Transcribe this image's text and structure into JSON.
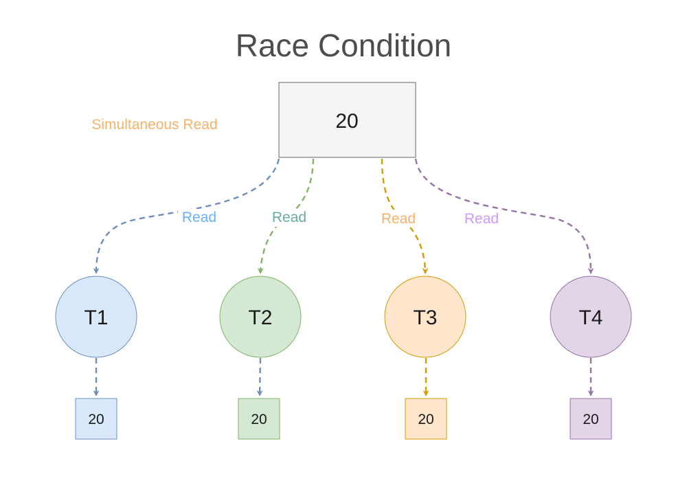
{
  "title": "Race Condition",
  "side_label": "Simultaneous Read",
  "shared_value": "20",
  "colors": {
    "title": "#4d4d4d",
    "side_label": "#f5b26b",
    "shared_fill": "#f5f5f5",
    "shared_stroke": "#666666"
  },
  "threads": [
    {
      "label": "T1",
      "edge_label": "Read",
      "result": "20",
      "fill": "#dae8fc",
      "stroke": "#6c8ebf",
      "edge_color": "#6c8ebf",
      "label_color": "#66b2ff"
    },
    {
      "label": "T2",
      "edge_label": "Read",
      "result": "20",
      "fill": "#d5e8d4",
      "stroke": "#82b366",
      "edge_color": "#82b366",
      "label_color": "#67ab9f",
      "result_edge_color": "#6c8ebf"
    },
    {
      "label": "T3",
      "edge_label": "Read",
      "result": "20",
      "fill": "#ffe6cc",
      "stroke": "#d79b00",
      "edge_color": "#d79b00",
      "label_color": "#f5b26b"
    },
    {
      "label": "T4",
      "edge_label": "Read",
      "result": "20",
      "fill": "#e1d5e7",
      "stroke": "#9673a6",
      "edge_color": "#9673a6",
      "label_color": "#cc99ff"
    }
  ]
}
